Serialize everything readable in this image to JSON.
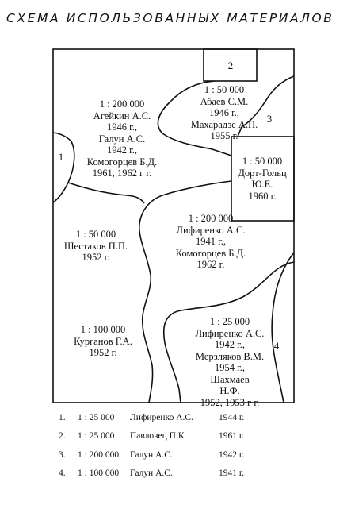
{
  "title": "СХЕМА ИСПОЛЬЗОВАННЫХ МАТЕРИАЛОВ",
  "regions": [
    {
      "id": "nw",
      "lines": "1 : 200 000\nАгейкин А.С.\n1946 г.,\nГалун А.С.\n1942 г.,\nКомогорцев Б.Д.\n1961, 1962 г г."
    },
    {
      "id": "ne",
      "lines": "1 : 50 000\nАбаев С.М.\n1946 г.,\nМахарадзе А.П.\n1955 г."
    },
    {
      "id": "sq",
      "lines": "1 : 50 000\nДорт-Гольц\nЮ.Е.\n1960 г."
    },
    {
      "id": "mid",
      "lines": "1 : 200 000\nЛифиренко А.С.\n1941 г.,\nКомогорцев Б.Д.\n1962 г."
    },
    {
      "id": "w",
      "lines": "1 : 50 000\nШестаков П.П.\n1952 г."
    },
    {
      "id": "sw",
      "lines": "1 : 100 000\nКурганов Г.А.\n1952 г."
    },
    {
      "id": "se",
      "lines": "1 : 25 000\nЛифиренко А.С.\n1942 г.,\nМерзляков В.М.\n1954 г.,\nШахмаев\nН.Ф.\n1952, 1953 г г."
    }
  ],
  "zone_numbers": [
    "1",
    "2",
    "3",
    "4"
  ],
  "legend": [
    {
      "n": "1.",
      "scale": "1 : 25 000",
      "author": "Лифиренко А.С.",
      "year": "1944 г."
    },
    {
      "n": "2.",
      "scale": "1 : 25 000",
      "author": "Павловец П.К",
      "year": "1961 г."
    },
    {
      "n": "3.",
      "scale": "1 : 200 000",
      "author": "Галун А.С.",
      "year": "1942 г."
    },
    {
      "n": "4.",
      "scale": "1 : 100 000",
      "author": "Галун А.С.",
      "year": "1941 г."
    }
  ]
}
